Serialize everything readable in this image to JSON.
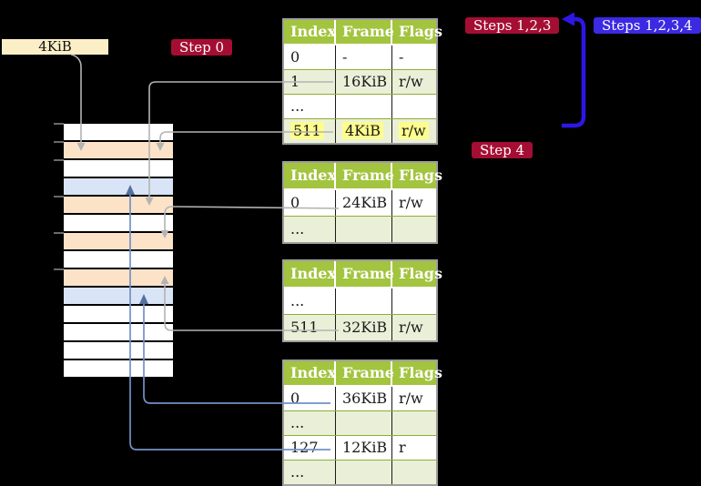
{
  "labels": {
    "page_size_box": "4KiB",
    "step0": "Step 0",
    "steps123": "Steps 1,2,3",
    "steps1234": "Steps 1,2,3,4",
    "step4": "Step 4"
  },
  "colors": {
    "badge_red": "#a50e33",
    "badge_blue": "#3b2ae2",
    "blue_arrow": "#2d17e6",
    "blue_arrow_head": "#55719f",
    "blue_line": "#7291c6",
    "gray_line": "#b3b3b3",
    "table_header_green": "#a3c43f",
    "table_border_green": "#8fae35",
    "row_alt_green": "#eaf0d8",
    "highlight_yellow": "#fdfd8d",
    "memory_peach": "#fce3c8",
    "memory_blue": "#d9e5f6",
    "page_size_box_bg": "#fcefc7"
  },
  "page_tables": [
    {
      "name": "page-table-top",
      "columns": [
        "Index",
        "Frame",
        "Flags"
      ],
      "rows": [
        {
          "index": "0",
          "frame": "-",
          "flags": "-"
        },
        {
          "index": "1",
          "frame": "16KiB",
          "flags": "r/w"
        },
        {
          "index": "...",
          "frame": "",
          "flags": ""
        },
        {
          "index": "511",
          "frame": "4KiB",
          "flags": "r/w",
          "highlight": true
        }
      ]
    },
    {
      "name": "page-table-second",
      "columns": [
        "Index",
        "Frame",
        "Flags"
      ],
      "rows": [
        {
          "index": "0",
          "frame": "24KiB",
          "flags": "r/w"
        },
        {
          "index": "...",
          "frame": "",
          "flags": ""
        }
      ]
    },
    {
      "name": "page-table-third",
      "columns": [
        "Index",
        "Frame",
        "Flags"
      ],
      "rows": [
        {
          "index": "...",
          "frame": "",
          "flags": ""
        },
        {
          "index": "511",
          "frame": "32KiB",
          "flags": "r/w"
        }
      ]
    },
    {
      "name": "page-table-bottom",
      "columns": [
        "Index",
        "Frame",
        "Flags"
      ],
      "rows": [
        {
          "index": "0",
          "frame": "36KiB",
          "flags": "r/w"
        },
        {
          "index": "...",
          "frame": "",
          "flags": ""
        },
        {
          "index": "127",
          "frame": "12KiB",
          "flags": "r"
        },
        {
          "index": "...",
          "frame": "",
          "flags": ""
        }
      ]
    }
  ],
  "memory_rows": [
    "white",
    "peach",
    "white",
    "blue",
    "peach",
    "white",
    "peach",
    "white",
    "peach",
    "blue",
    "white",
    "white",
    "white",
    "white"
  ]
}
